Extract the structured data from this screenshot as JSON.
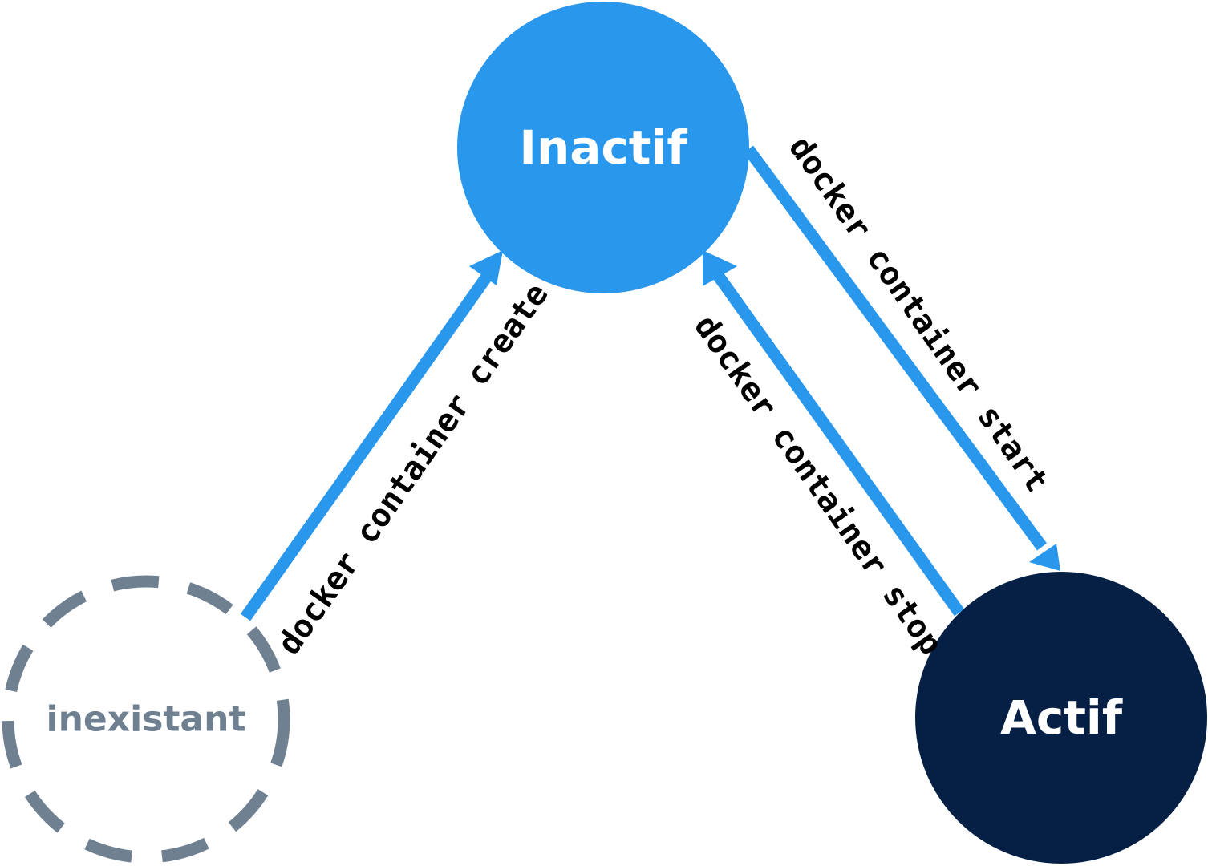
{
  "colors": {
    "light_blue": "#2897EC",
    "dark_navy": "#052044",
    "gray": "#6F8191",
    "white": "#ffffff",
    "black": "#000000"
  },
  "nodes": {
    "inexistant": {
      "label": "inexistant",
      "style": "dashed-outline"
    },
    "inactif": {
      "label": "Inactif",
      "style": "filled-light-blue"
    },
    "actif": {
      "label": "Actif",
      "style": "filled-dark-navy"
    }
  },
  "edges": {
    "create": {
      "from": "inexistant",
      "to": "inactif",
      "label": "docker container create"
    },
    "start": {
      "from": "inactif",
      "to": "actif",
      "label": "docker container start"
    },
    "stop": {
      "from": "actif",
      "to": "inactif",
      "label": "docker container stop"
    }
  }
}
